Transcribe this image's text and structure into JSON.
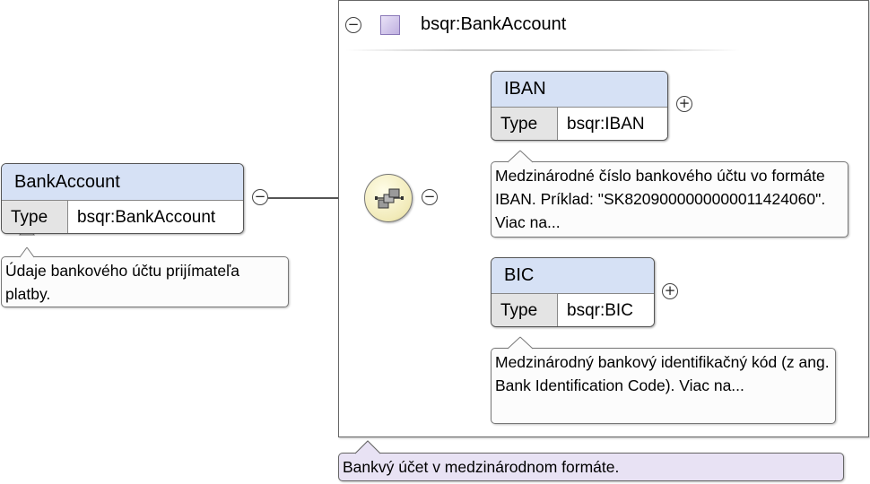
{
  "root_element": {
    "name": "BankAccount",
    "type_key": "Type",
    "type_value": "bsqr:BankAccount",
    "annotation": "Údaje bankového účtu prijímateľa platby."
  },
  "complex_type": {
    "name": "bsqr:BankAccount",
    "annotation": "Bankvý účet v medzinárodnom formáte."
  },
  "children": [
    {
      "name": "IBAN",
      "type_key": "Type",
      "type_value": "bsqr:IBAN",
      "annotation": "Medzinárodné číslo bankového účtu vo formáte IBAN. Príklad: \"SK8209000000000011424060\". Viac na..."
    },
    {
      "name": "BIC",
      "type_key": "Type",
      "type_value": "bsqr:BIC",
      "annotation": "Medzinárodný bankový identifikačný kód (z ang. Bank Identification Code). Viac na..."
    }
  ],
  "toggles": {
    "collapse": "−",
    "expand": "+"
  },
  "colors": {
    "element_header": "#d6e1f5",
    "type_key_bg": "#e4e4e4",
    "complex_type_note": "#e8e2f4",
    "sequence_fill": "#f1eab8"
  }
}
